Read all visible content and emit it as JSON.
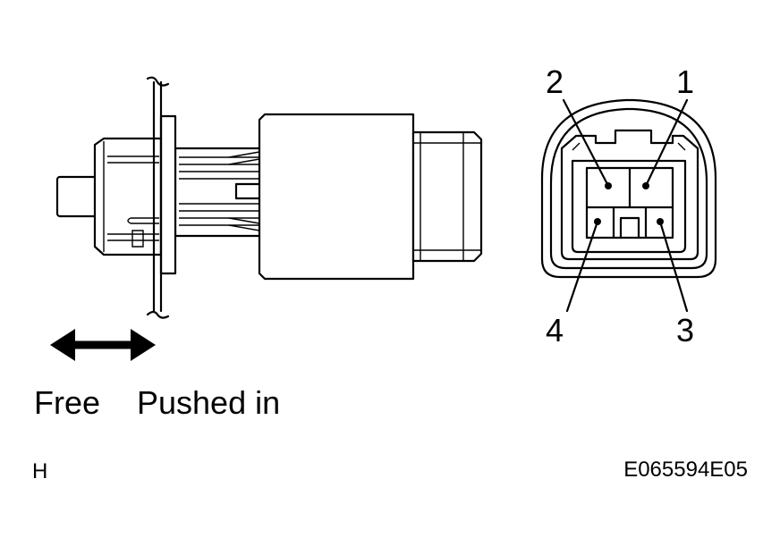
{
  "pins": {
    "p1": "1",
    "p2": "2",
    "p3": "3",
    "p4": "4"
  },
  "states": {
    "free": "Free",
    "pushed": "Pushed in"
  },
  "corner_mark": "H",
  "figure_code": "E065594E05"
}
